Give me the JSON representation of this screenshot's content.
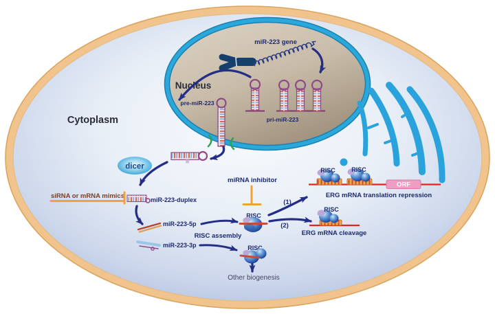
{
  "figure": {
    "type": "cell-pathway-diagram",
    "subject": "miR-223 biogenesis and ERG mRNA regulation pathway"
  },
  "labels": {
    "cytoplasm": "Cytoplasm",
    "nucleus": "Nucleus",
    "mir223_gene": "miR-223 gene",
    "pri_mir223": "pri-miR-223",
    "pre_mir223": "pre-miR-223",
    "dicer": "dicer",
    "sirna_mimics": "siRNA or mRNA mimics",
    "mir223_duplex": "miR-223-duplex",
    "mir223_5p": "miR-223-5p",
    "mir223_3p": "miR-223-3p",
    "risc_assembly": "RISC assembly",
    "mirna_inhibitor": "miRNA inhibitor",
    "risc": "RISC",
    "path_1": "(1)",
    "path_2": "(2)",
    "orf": "ORF",
    "erg_translation_repression": "ERG mRNA translation repression",
    "erg_cleavage": "ERG mRNA cleavage",
    "other_biogenesis": "Other biogenesis"
  },
  "colors": {
    "membrane_orange": "#f2c48d",
    "membrane_outline": "#d9a55f",
    "cytoplasm_blue_edge": "#aebfde",
    "nucleus_tan": "#c8bca9",
    "nucleus_border_cyan": "#2ba8da",
    "er_blue": "#2aa3dc",
    "arrow_navy": "#252e87",
    "text_navy": "#1d2a6e",
    "inhibitor_orange": "#f0a232",
    "sirna_text_brown": "#7c3e22",
    "mrna_red": "#e0241f",
    "orf_pink": "#ef9ec2",
    "risc_sphere_blue": "#2f5cb0",
    "risc_lavender": "#b9a9d9",
    "hairpin_purple": "#8d4a86",
    "strand_red": "#c9503c",
    "strand_blue": "#7fb0d8",
    "export_green": "#2fa44e"
  }
}
